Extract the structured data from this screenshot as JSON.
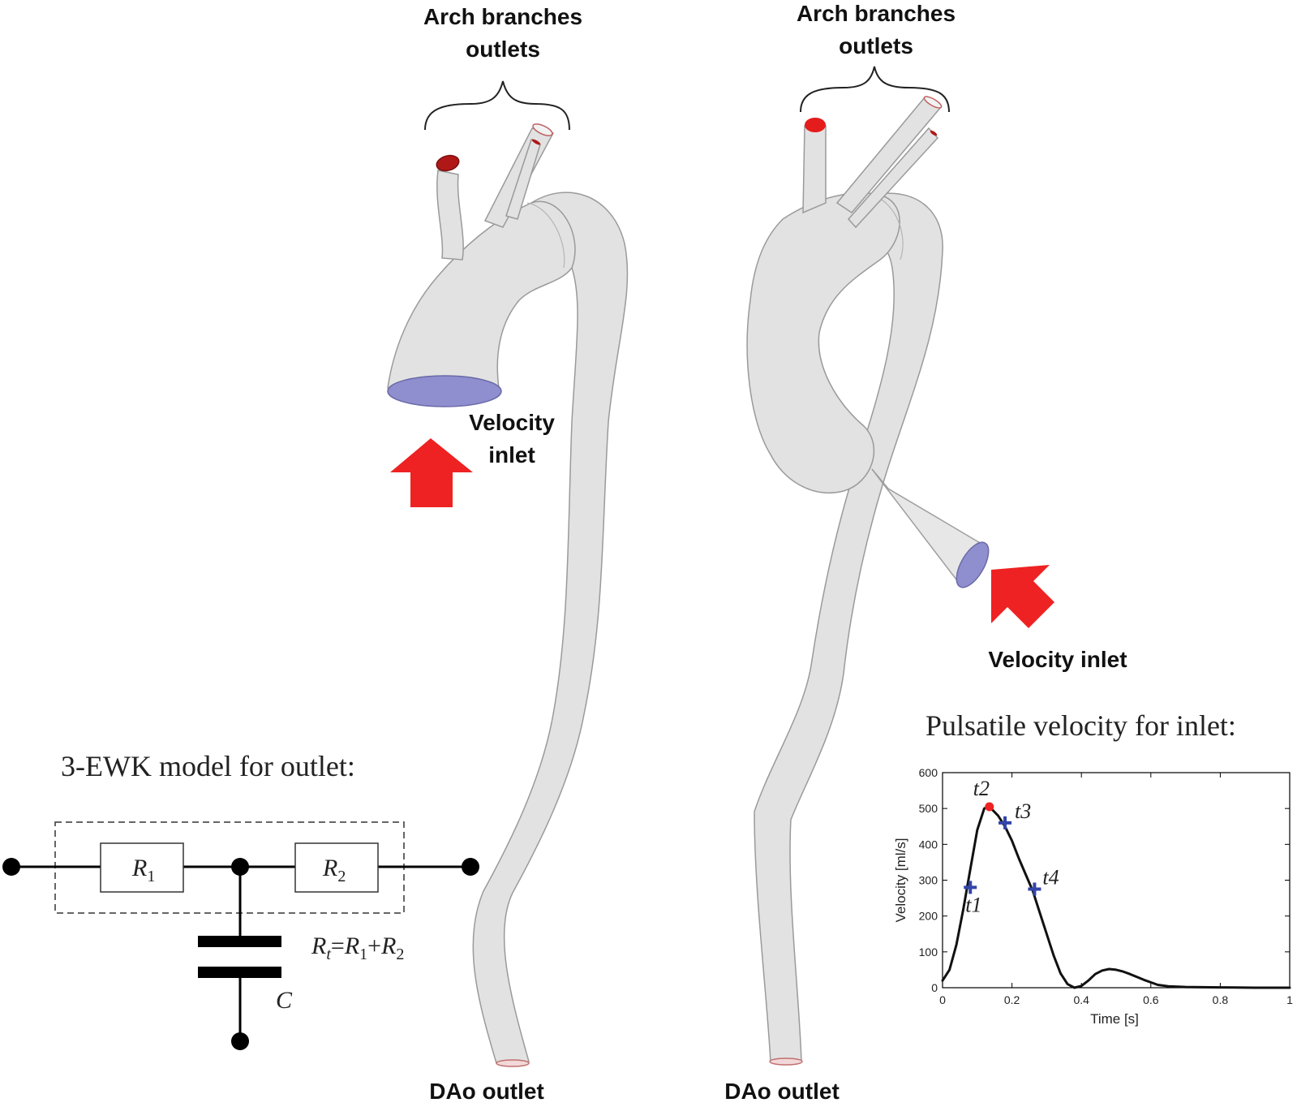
{
  "labels": {
    "left_outlets": [
      "Arch branches",
      "outlets"
    ],
    "right_outlets": [
      "Arch branches",
      "outlets"
    ],
    "left_inlet": [
      "Velocity",
      "inlet"
    ],
    "right_inlet": "Velocity inlet",
    "left_dao": "DAo outlet",
    "right_dao": "DAo outlet"
  },
  "circuit": {
    "title": "3-EWK model for outlet:",
    "r1": "R",
    "r1_sub": "1",
    "r2": "R",
    "r2_sub": "2",
    "cap": "C",
    "eq": {
      "lhs": "R",
      "lhs_sub": "t",
      "equals": "=",
      "a": "R",
      "a_sub": "1",
      "plus": "+",
      "b": "R",
      "b_sub": "2"
    }
  },
  "chart_title": "Pulsatile velocity for inlet:",
  "colors": {
    "vessel_fill": "#e2e2e2",
    "vessel_stroke": "#9a9a9a",
    "inlet_blue": "#8f8fcf",
    "outlet_red": "#d42020",
    "arrow_red": "#ee2222",
    "marker_blue": "#3344aa",
    "peak_red": "#ee2222"
  },
  "chart_data": {
    "type": "line",
    "title": "",
    "xlabel": "Time [s]",
    "ylabel": "Velocity [ml/s]",
    "xlim": [
      0,
      1
    ],
    "ylim": [
      0,
      600
    ],
    "xticks": [
      0,
      0.2,
      0.4,
      0.6,
      0.8,
      1
    ],
    "xtick_labels": [
      "0",
      "0.2",
      "0.4",
      "0.6",
      "0.8",
      "1"
    ],
    "yticks": [
      0,
      100,
      200,
      300,
      400,
      500,
      600
    ],
    "grid": false,
    "series": [
      {
        "x": [
          0,
          0.02,
          0.04,
          0.06,
          0.08,
          0.1,
          0.12,
          0.13,
          0.14,
          0.16,
          0.18,
          0.2,
          0.22,
          0.24,
          0.26,
          0.28,
          0.3,
          0.32,
          0.34,
          0.36,
          0.38,
          0.4,
          0.42,
          0.44,
          0.46,
          0.48,
          0.5,
          0.52,
          0.54,
          0.56,
          0.58,
          0.6,
          0.62,
          0.65,
          0.7,
          0.8,
          0.9,
          1.0
        ],
        "y": [
          20,
          50,
          120,
          220,
          330,
          440,
          500,
          505,
          500,
          480,
          450,
          410,
          360,
          315,
          270,
          210,
          150,
          90,
          40,
          10,
          0,
          5,
          20,
          38,
          48,
          52,
          50,
          45,
          38,
          30,
          22,
          15,
          8,
          4,
          2,
          1,
          0,
          0
        ]
      }
    ],
    "markers": [
      {
        "label": "t1",
        "x": 0.08,
        "y": 280
      },
      {
        "label": "t2",
        "x": 0.135,
        "y": 505
      },
      {
        "label": "t3",
        "x": 0.18,
        "y": 460
      },
      {
        "label": "t4",
        "x": 0.265,
        "y": 275
      }
    ]
  }
}
